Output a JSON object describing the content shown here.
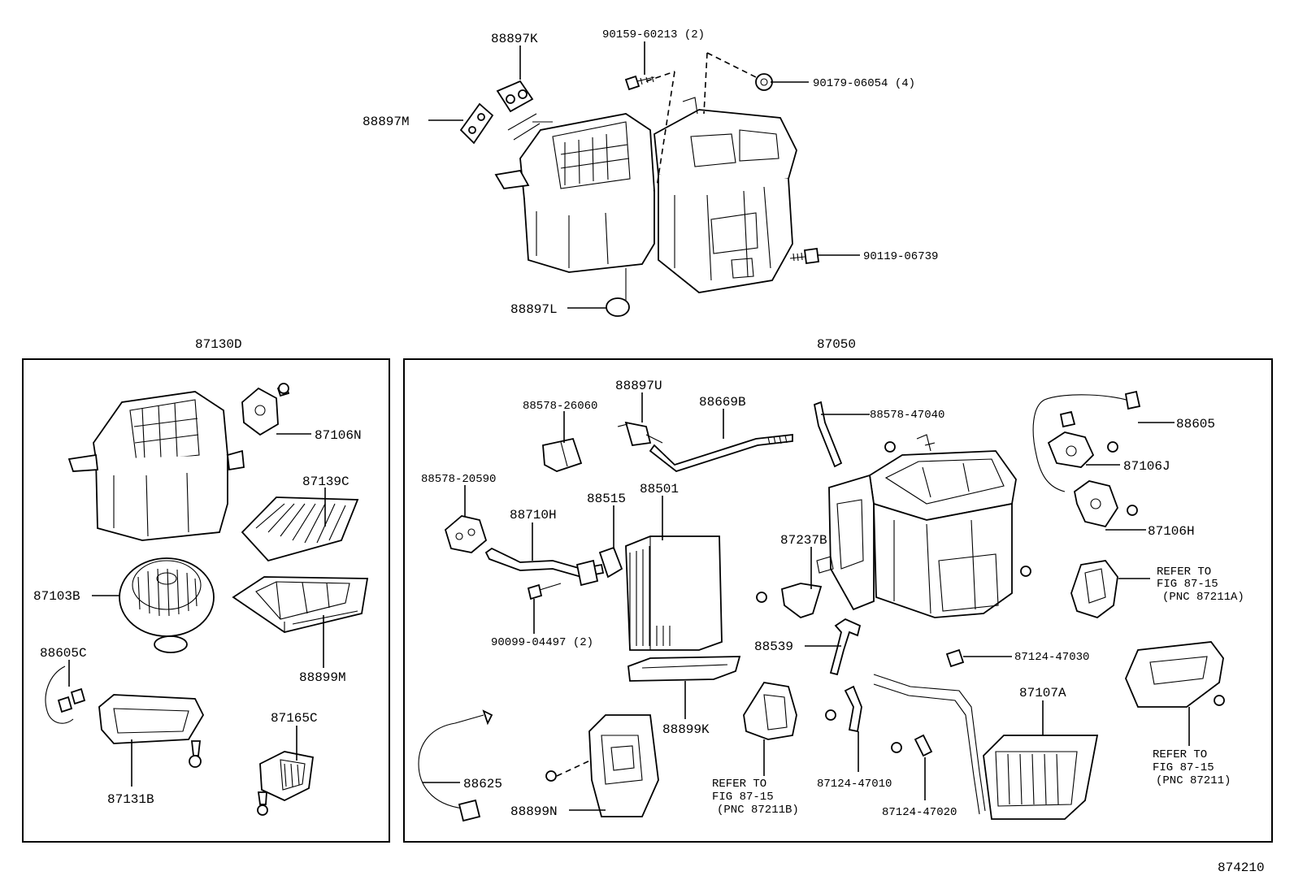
{
  "groups": {
    "left_box": "87130D",
    "right_box": "87050"
  },
  "figure_number": "874210",
  "parts_top": {
    "p88897K": "88897K",
    "p90159": "90159-60213 (2)",
    "p90179": "90179-06054 (4)",
    "p88897M": "88897M",
    "p90119": "90119-06739",
    "p88897L": "88897L"
  },
  "parts_left": {
    "p87106N": "87106N",
    "p87139C": "87139C",
    "p87103B": "87103B",
    "p88899M": "88899M",
    "p88605C": "88605C",
    "p87165C": "87165C",
    "p87131B": "87131B"
  },
  "parts_right": {
    "p88578_26060": "88578-26060",
    "p88897U": "88897U",
    "p88669B": "88669B",
    "p88578_47040": "88578-47040",
    "p88605": "88605",
    "p87106J": "87106J",
    "p88578_20590": "88578-20590",
    "p88501": "88501",
    "p88515": "88515",
    "p88710H": "88710H",
    "p87237B": "87237B",
    "p87106H": "87106H",
    "p90099": "90099-04497 (2)",
    "p88539": "88539",
    "p87124_47030": "87124-47030",
    "p88899K": "88899K",
    "p87107A": "87107A",
    "p88625": "88625",
    "p88899N": "88899N",
    "p87124_47010": "87124-47010",
    "p87124_47020": "87124-47020"
  },
  "references": {
    "ref_a": [
      "REFER TO",
      "FIG 87-15",
      "(PNC 87211A)"
    ],
    "ref_b": [
      "REFER TO",
      "FIG 87-15",
      "(PNC 87211B)"
    ],
    "ref_c": [
      "REFER TO",
      "FIG 87-15",
      "(PNC 87211)"
    ]
  }
}
